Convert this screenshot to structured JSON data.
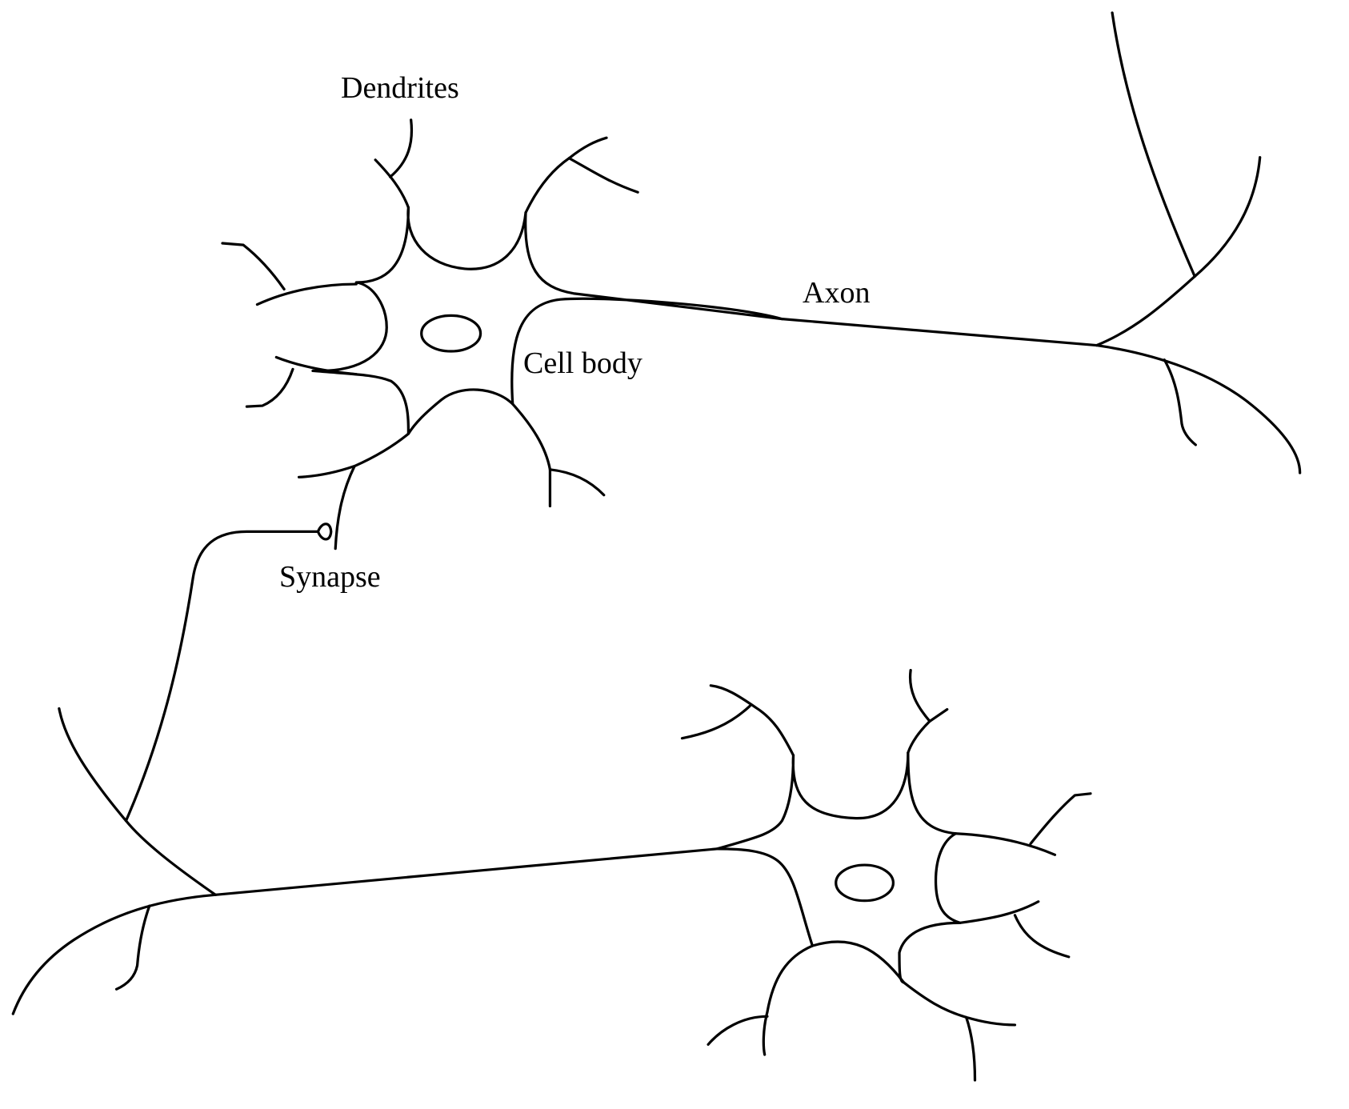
{
  "labels": {
    "dendrites": "Dendrites",
    "axon": "Axon",
    "cell_body": "Cell body",
    "synapse": "Synapse"
  },
  "colors": {
    "stroke": "#000000",
    "background": "#ffffff"
  }
}
